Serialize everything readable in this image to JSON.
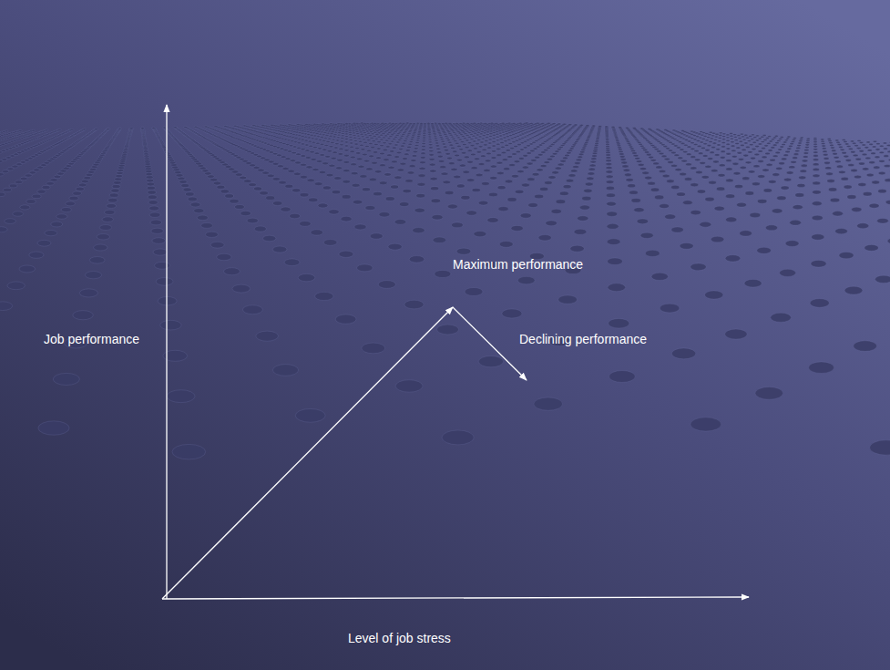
{
  "diagram": {
    "labels": [
      "Job performance",
      "Maximum performance",
      "Declining performance",
      "Level of job stress"
    ]
  }
}
